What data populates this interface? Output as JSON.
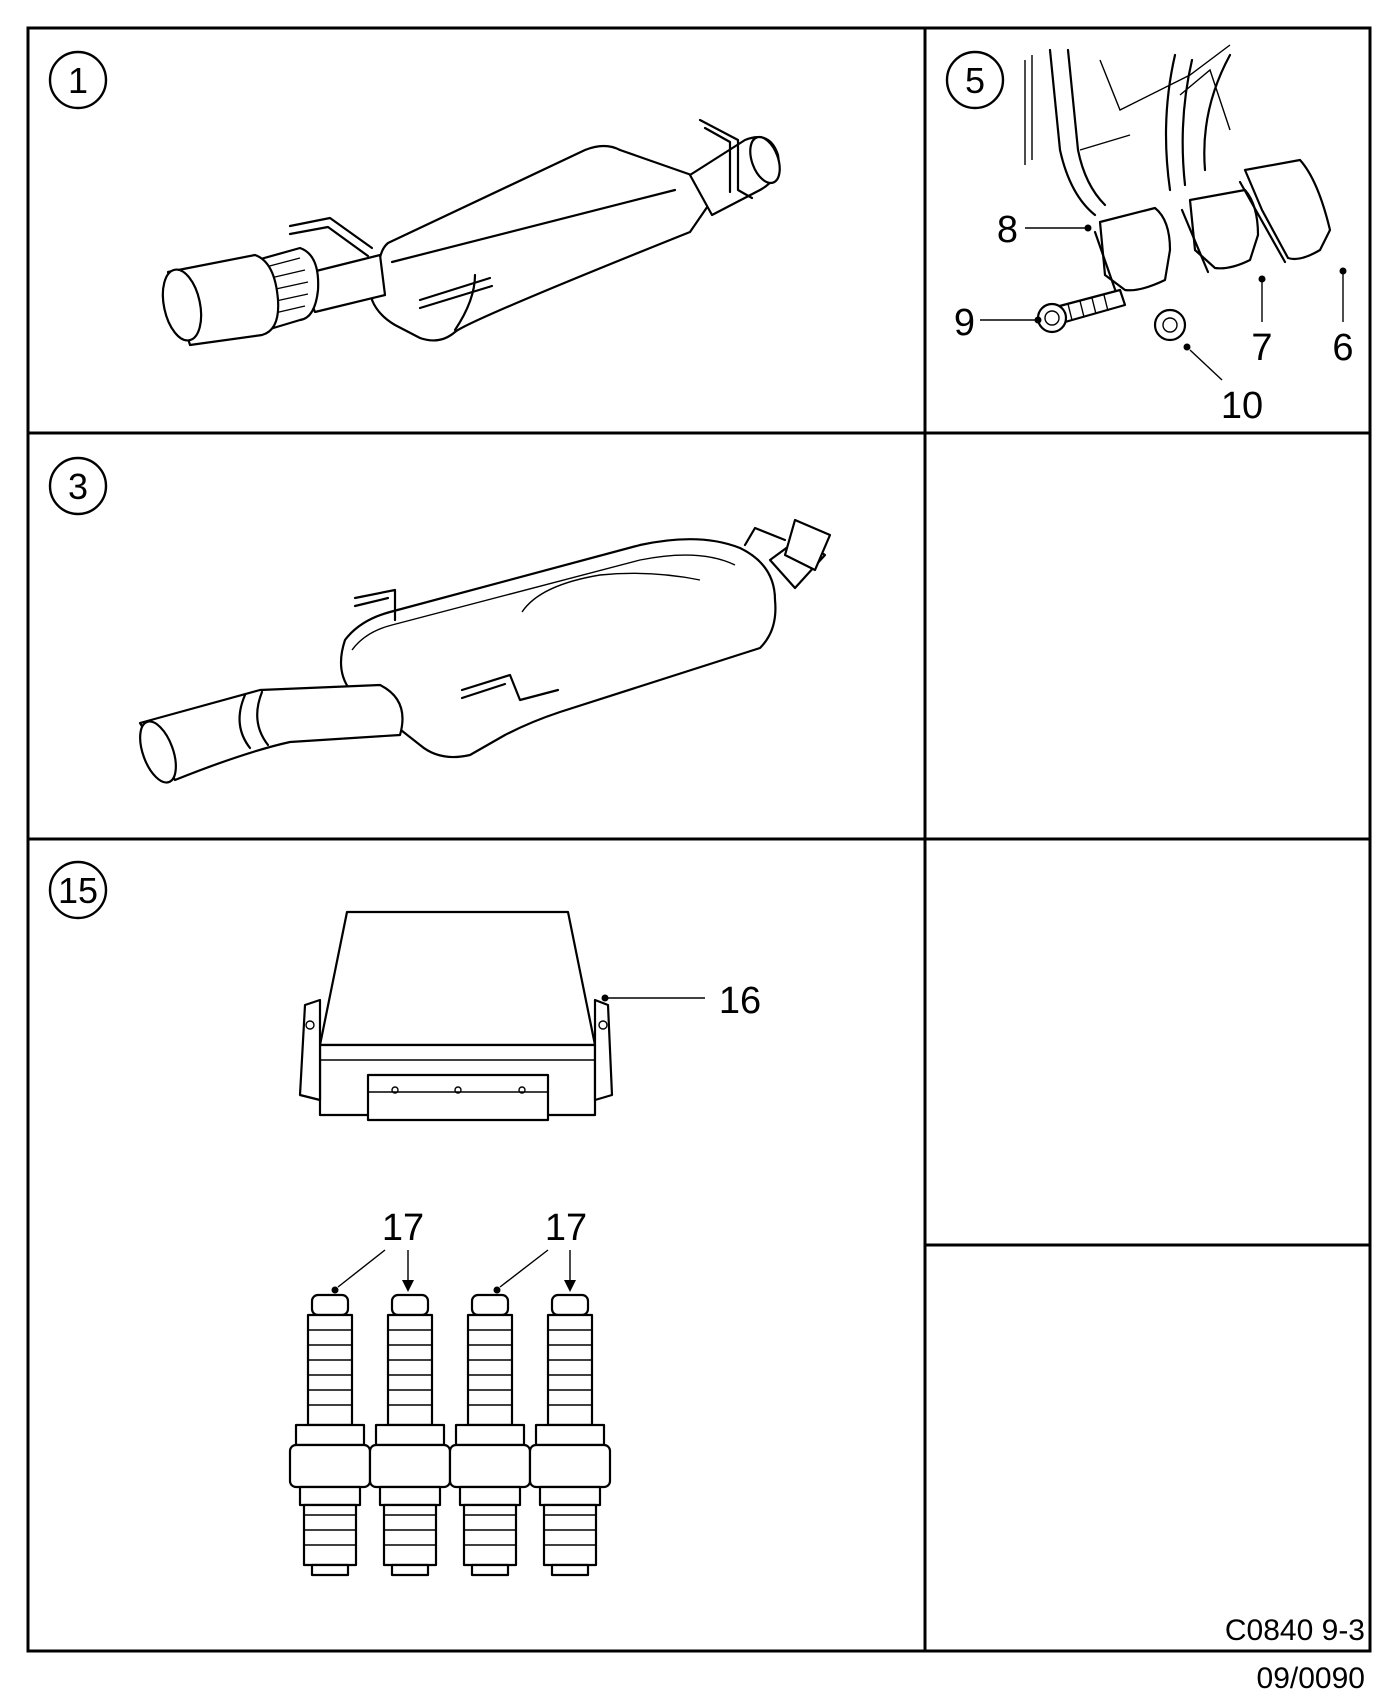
{
  "panels": {
    "panel1": {
      "number": "1"
    },
    "panel3": {
      "number": "3"
    },
    "panel5": {
      "number": "5",
      "callouts": [
        "8",
        "9",
        "10",
        "7",
        "6"
      ]
    },
    "panel15": {
      "number": "15",
      "callouts": [
        "16",
        "17",
        "17"
      ]
    }
  },
  "footer": {
    "code": "C0840 9-3",
    "date": "09/0090"
  }
}
